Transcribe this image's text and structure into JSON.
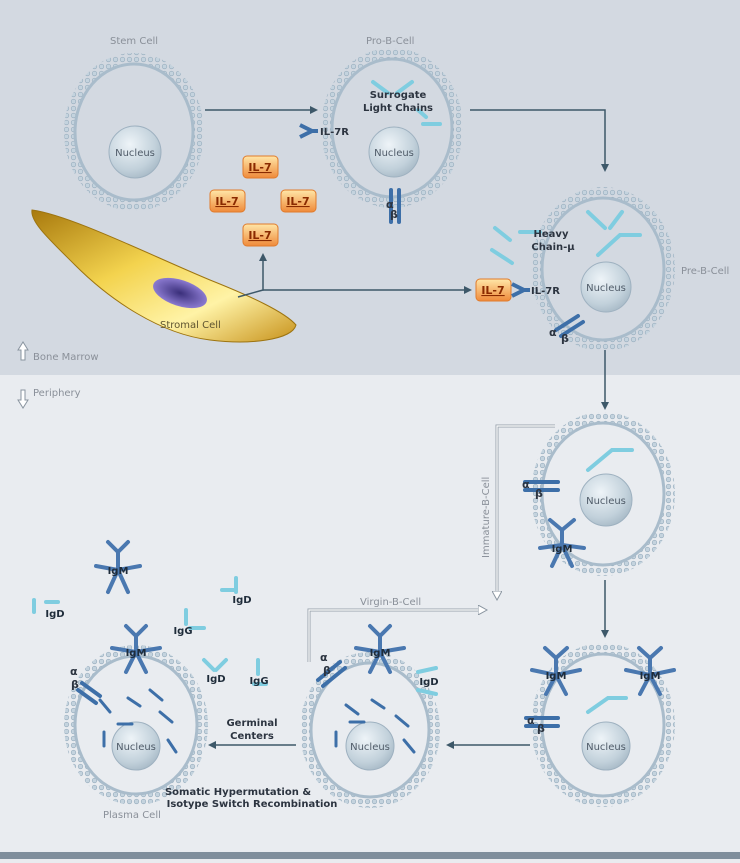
{
  "regions": {
    "bone_marrow": "Bone Marrow",
    "periphery": "Periphery"
  },
  "cells": {
    "stem": "Stem Cell",
    "pro_b": "Pro-B-Cell",
    "pre_b": "Pre-B-Cell",
    "immature_b": "Immature-B-Cell",
    "virgin_b": "Virgin-B-Cell",
    "plasma": "Plasma Cell",
    "stromal": "Stromal Cell"
  },
  "nucleus": "Nucleus",
  "molecules": {
    "il7": "IL-7",
    "il7r": "IL-7R",
    "surrogate": [
      "Surrogate",
      "Light Chains"
    ],
    "heavy_chain": [
      "Heavy",
      "Chain-μ"
    ],
    "alpha": "α",
    "beta": "β",
    "igm": "IgM",
    "igd": "IgD",
    "igg": "IgG"
  },
  "processes": {
    "germinal": [
      "Germinal",
      "Centers"
    ],
    "somatic": [
      "Somatic Hypermutation &",
      "Isotype Switch Recombination"
    ]
  },
  "colors": {
    "membrane": "#b3c6d4",
    "nucleus": "#c4d4de",
    "arrow": "#3d5869",
    "il7_box": "#f19a3e",
    "receptor": "#3d6fa8",
    "antibody_cyan": "#7fcde0",
    "stromal": "#d9a81f"
  }
}
